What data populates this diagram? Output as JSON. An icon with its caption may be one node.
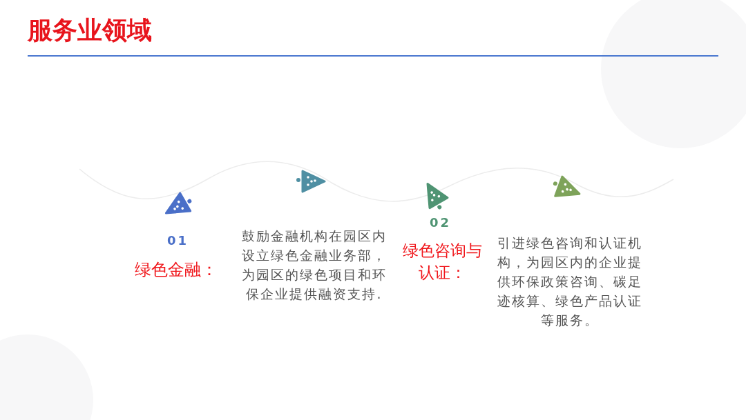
{
  "diagram": {
    "title": "服务业领域",
    "labels": [
      "01",
      "绿色金融：",
      "鼓励金融机构在园区内设立绿色金融业务部，为园区的绿色项目和环保企业提供融资支持.",
      "02",
      "绿色咨询与认证：",
      "引进绿色咨询和认证机构，为园区内的企业提供环保政策咨询、碳足迹核算、绿色产品认证等服务。"
    ]
  }
}
